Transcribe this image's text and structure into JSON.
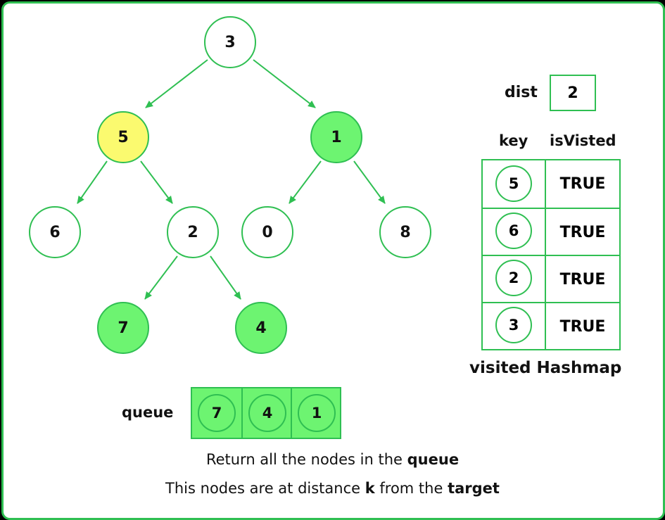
{
  "tree": {
    "nodes": [
      {
        "id": "n3",
        "value": "3",
        "state": "normal"
      },
      {
        "id": "n5",
        "value": "5",
        "state": "target"
      },
      {
        "id": "n1",
        "value": "1",
        "state": "in-queue"
      },
      {
        "id": "n6",
        "value": "6",
        "state": "normal"
      },
      {
        "id": "n2",
        "value": "2",
        "state": "normal"
      },
      {
        "id": "n0",
        "value": "0",
        "state": "normal"
      },
      {
        "id": "n8",
        "value": "8",
        "state": "normal"
      },
      {
        "id": "n7",
        "value": "7",
        "state": "in-queue"
      },
      {
        "id": "n4",
        "value": "4",
        "state": "in-queue"
      }
    ],
    "edges": [
      [
        "3",
        "5"
      ],
      [
        "3",
        "1"
      ],
      [
        "5",
        "6"
      ],
      [
        "5",
        "2"
      ],
      [
        "1",
        "0"
      ],
      [
        "1",
        "8"
      ],
      [
        "2",
        "7"
      ],
      [
        "2",
        "4"
      ]
    ]
  },
  "dist": {
    "label": "dist",
    "value": "2"
  },
  "hashmap": {
    "key_header": "key",
    "value_header": "isVisted",
    "rows": [
      {
        "key": "5",
        "value": "TRUE"
      },
      {
        "key": "6",
        "value": "TRUE"
      },
      {
        "key": "2",
        "value": "TRUE"
      },
      {
        "key": "3",
        "value": "TRUE"
      }
    ],
    "caption": "visited Hashmap"
  },
  "queue": {
    "label": "queue",
    "items": [
      "7",
      "4",
      "1"
    ]
  },
  "captions": {
    "line1_prefix": "Return all the nodes in the ",
    "line1_bold": "queue",
    "line2_prefix": "This nodes are at distance ",
    "line2_bold1": "k",
    "line2_mid": " from the ",
    "line2_bold2": "target"
  },
  "colors": {
    "accent": "#2fbf52",
    "target": "#fbfa6f",
    "queued": "#6df471"
  }
}
